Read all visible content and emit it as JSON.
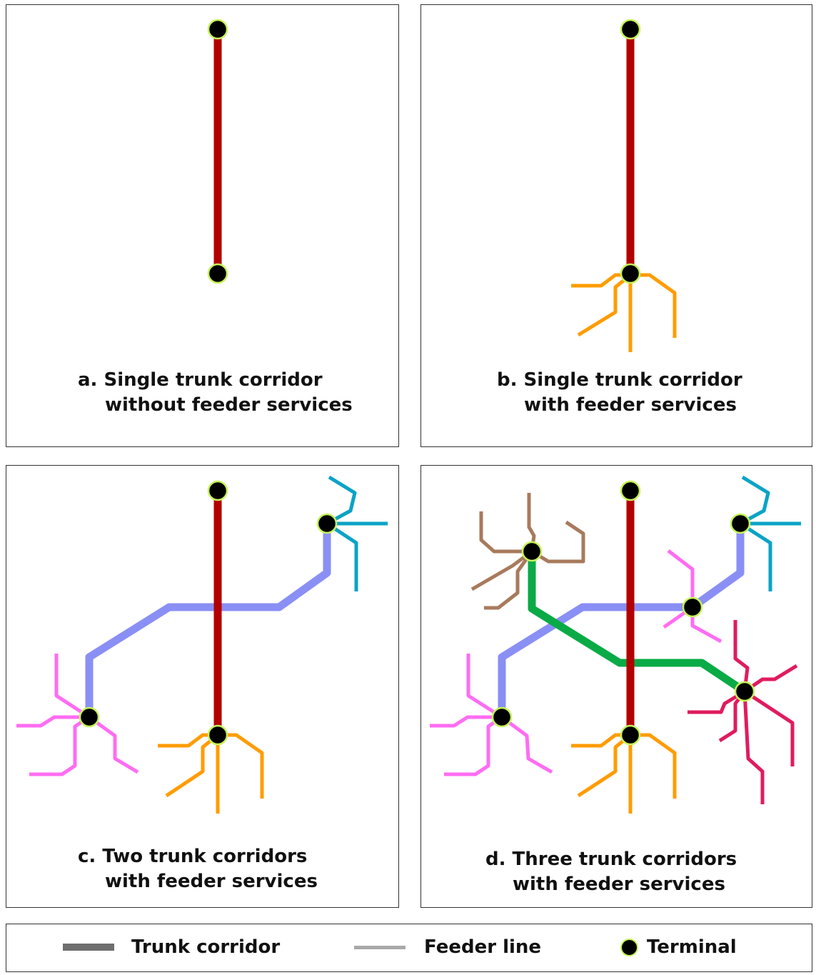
{
  "colors": {
    "trunk_red": "#b30000",
    "trunk_blue": "#8a8ff5",
    "trunk_green": "#0aab46",
    "feeder_orange": "#ff9c00",
    "feeder_pink": "#ff6cf2",
    "feeder_teal": "#0ba3c7",
    "feeder_brown": "#a87a5c",
    "feeder_crimson": "#e01b5e",
    "terminal_fill": "#000000",
    "terminal_ring": "#c6f25a",
    "legend_trunk": "#6e6e6e",
    "legend_feeder": "#a9a9a9"
  },
  "panels": {
    "a": {
      "caption_line1": "a.  Single trunk corridor",
      "caption_line2": "without feeder services"
    },
    "b": {
      "caption_line1": "b.  Single trunk corridor",
      "caption_line2": "with feeder services"
    },
    "c": {
      "caption_line1": "c.  Two trunk corridors",
      "caption_line2": "with feeder services"
    },
    "d": {
      "caption_line1": "d.  Three trunk corridors",
      "caption_line2": "with feeder services"
    }
  },
  "legend": {
    "trunk_label": "Trunk corridor",
    "feeder_label": "Feeder line",
    "terminal_label": "Terminal"
  }
}
